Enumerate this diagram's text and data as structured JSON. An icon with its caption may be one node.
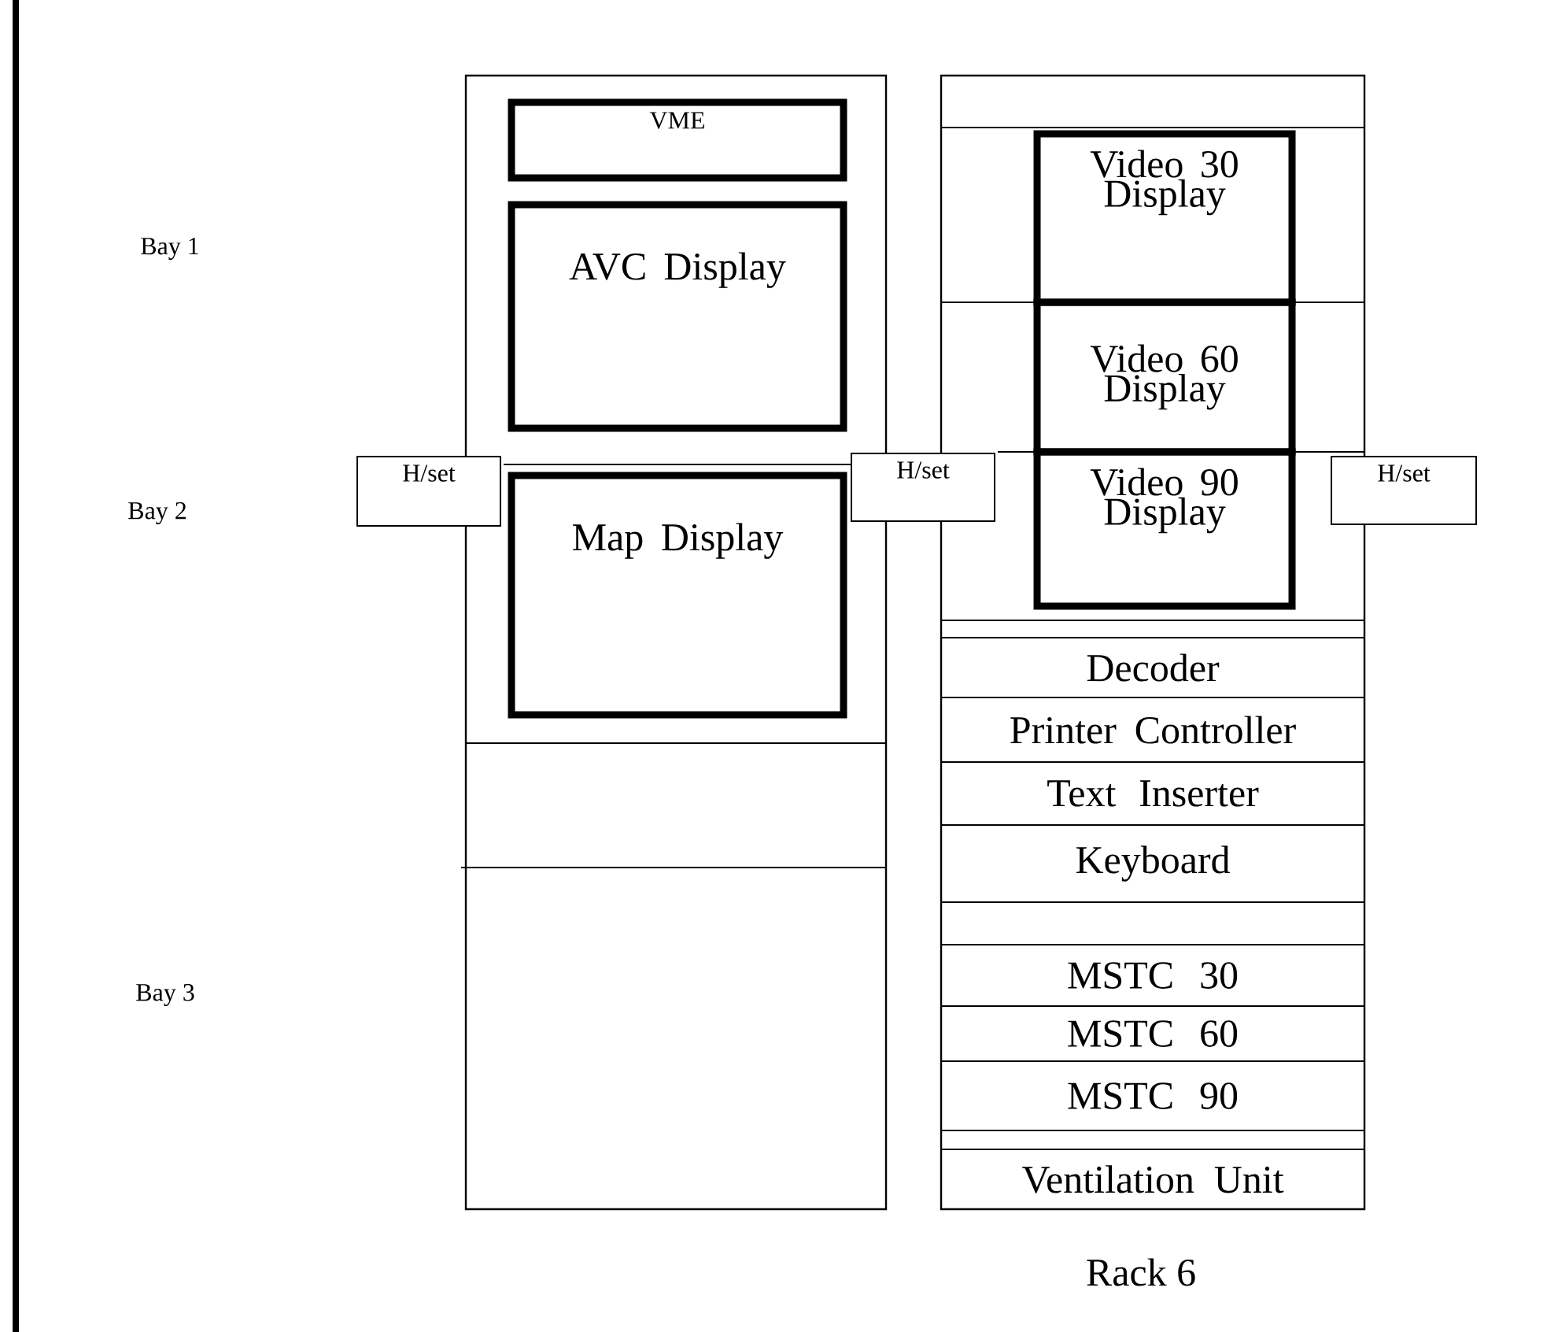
{
  "diagram": {
    "nodes": [
      {
        "text": [],
        "shape": "box"
      },
      {
        "text": [
          "VME"
        ],
        "in": 0
      },
      {
        "text": [
          "AVC Display"
        ],
        "in": 0
      },
      {
        "text": [
          "Map Display"
        ],
        "in": 0
      },
      {
        "text": [],
        "shape": "box"
      },
      {
        "text": [
          "Video 30 Display"
        ],
        "in": 4
      },
      {
        "text": [
          "Video 60 Display"
        ],
        "in": 4
      },
      {
        "text": [
          "Video 90 Display"
        ],
        "in": 4
      },
      {
        "text": [
          "Decoder"
        ],
        "in": 4
      },
      {
        "text": [
          "Printer Controller"
        ],
        "in": 4
      },
      {
        "text": [
          "Text Inserter"
        ],
        "in": 4
      },
      {
        "text": [
          "Keyboard"
        ],
        "in": 4
      },
      {
        "text": [
          "MSTC 30"
        ],
        "in": 4
      },
      {
        "text": [
          "MSTC 60"
        ],
        "in": 4
      },
      {
        "text": [
          "MSTC 90"
        ],
        "in": 4
      },
      {
        "text": [
          "Ventilation Unit"
        ],
        "in": 4
      },
      {
        "text": [
          "H/set"
        ]
      },
      {
        "text": [
          "H/set"
        ]
      },
      {
        "text": [
          "H/set"
        ]
      }
    ],
    "labels": [
      "Bay 1",
      "Bay 2",
      "Bay 3",
      "Rack 6"
    ]
  }
}
